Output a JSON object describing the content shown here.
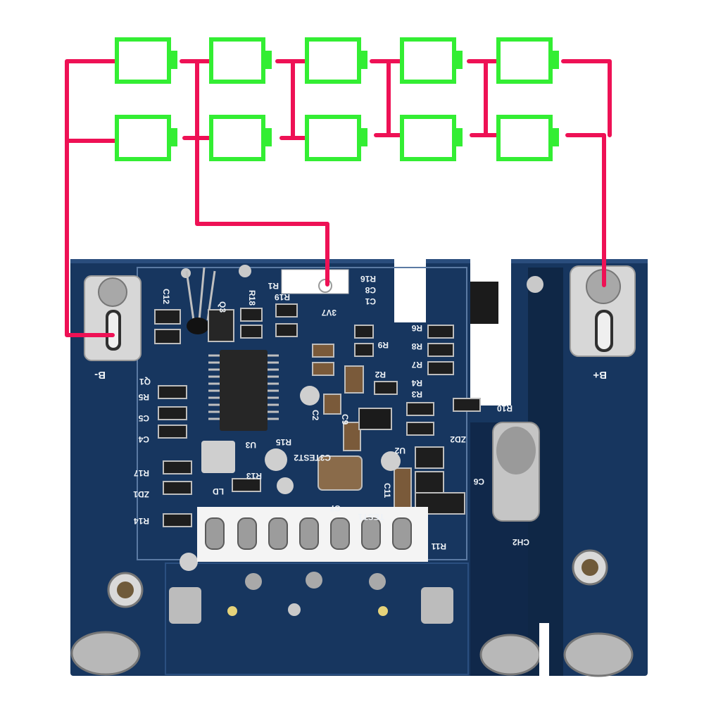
{
  "battery_pack": {
    "rows": 2,
    "cells_per_row": 5,
    "cell_color": "#33ee33",
    "wire_color": "#ee1155"
  },
  "pcb": {
    "board_color": "#17365f",
    "silkscreen_color": "#eef2f6",
    "labels": {
      "b_minus": "B-",
      "b_plus": "B+",
      "ch2": "CH2",
      "q1": "Q1",
      "q3": "Q3",
      "c12": "C12",
      "r18": "R18",
      "r19": "R19",
      "r1": "R1",
      "r16": "R16",
      "c8": "C8",
      "c1": "C1",
      "3v7": "3V7",
      "r9": "R9",
      "r2": "R2",
      "r6": "R6",
      "r8": "R8",
      "r7": "R7",
      "r4": "R4",
      "r3": "R3",
      "r10": "R10",
      "r5": "R5",
      "c5": "C5",
      "c4": "C4",
      "r17": "R17",
      "zd1": "ZD1",
      "r14": "R14",
      "u3": "U3",
      "r15": "R15",
      "c2": "C2",
      "c9": "C9",
      "u2": "U2",
      "zd2": "ZD2",
      "r13": "R13",
      "ld": "LD",
      "c3test2": "C3TEST2",
      "c7": "C7",
      "test1": "TEST1",
      "c11": "C11",
      "c6": "C6",
      "r11": "R11"
    }
  }
}
